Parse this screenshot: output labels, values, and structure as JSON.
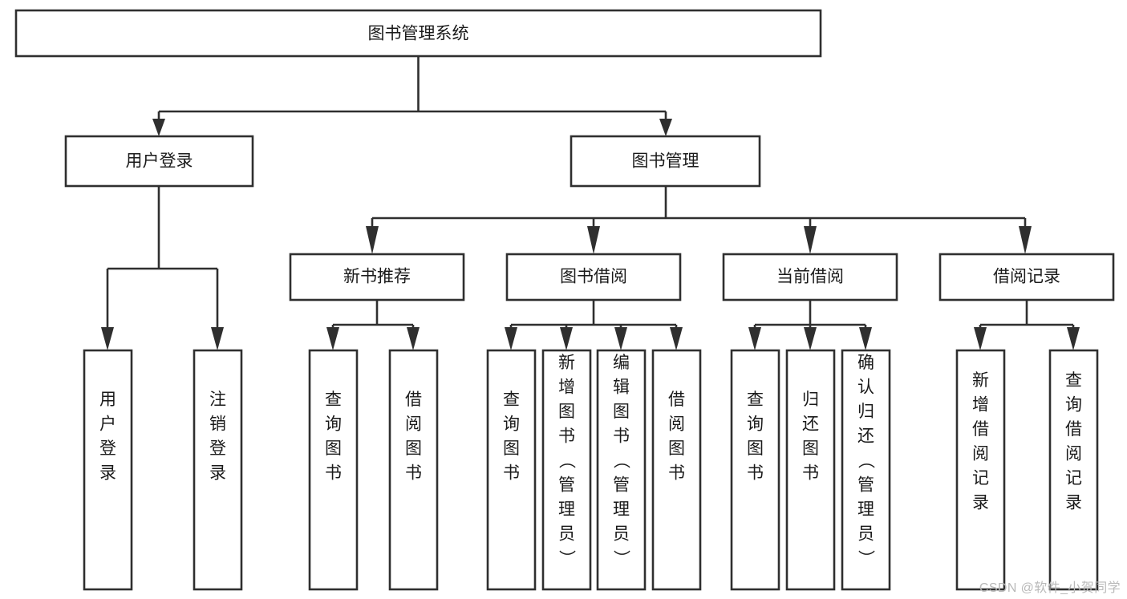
{
  "diagram": {
    "title": "图书管理系统",
    "type": "tree-hierarchy",
    "watermark": "CSDN @软件_小贺同学",
    "root": {
      "id": "root",
      "label": "图书管理系统"
    },
    "level2": [
      {
        "id": "user-login",
        "label": "用户登录"
      },
      {
        "id": "book-management",
        "label": "图书管理"
      }
    ],
    "level3": [
      {
        "id": "new-book-recommend",
        "label": "新书推荐",
        "parent": "book-management"
      },
      {
        "id": "book-borrow",
        "label": "图书借阅",
        "parent": "book-management"
      },
      {
        "id": "current-borrow",
        "label": "当前借阅",
        "parent": "book-management"
      },
      {
        "id": "borrow-record",
        "label": "借阅记录",
        "parent": "book-management"
      }
    ],
    "leaves": [
      {
        "id": "leaf-user-login",
        "label": "用户登录",
        "parent": "user-login"
      },
      {
        "id": "leaf-logout-login",
        "label": "注销登录",
        "parent": "user-login"
      },
      {
        "id": "leaf-query-book-1",
        "label": "查询图书",
        "parent": "new-book-recommend"
      },
      {
        "id": "leaf-borrow-book-1",
        "label": "借阅图书",
        "parent": "new-book-recommend"
      },
      {
        "id": "leaf-query-book-2",
        "label": "查询图书",
        "parent": "book-borrow"
      },
      {
        "id": "leaf-add-book-admin",
        "label": "新增图书（管理员）",
        "parent": "book-borrow"
      },
      {
        "id": "leaf-edit-book-admin",
        "label": "编辑图书（管理员）",
        "parent": "book-borrow"
      },
      {
        "id": "leaf-borrow-book-2",
        "label": "借阅图书",
        "parent": "book-borrow"
      },
      {
        "id": "leaf-query-book-3",
        "label": "查询图书",
        "parent": "current-borrow"
      },
      {
        "id": "leaf-return-book",
        "label": "归还图书",
        "parent": "current-borrow"
      },
      {
        "id": "leaf-confirm-return-admin",
        "label": "确认归还（管理员）",
        "parent": "current-borrow"
      },
      {
        "id": "leaf-add-borrow-record",
        "label": "新增借阅记录",
        "parent": "borrow-record"
      },
      {
        "id": "leaf-query-borrow-record",
        "label": "查询借阅记录",
        "parent": "borrow-record"
      }
    ],
    "colors": {
      "stroke": "#2f2f2f",
      "fill": "#ffffff",
      "text": "#1a1a1a",
      "watermark": "#b9b9b9"
    }
  }
}
